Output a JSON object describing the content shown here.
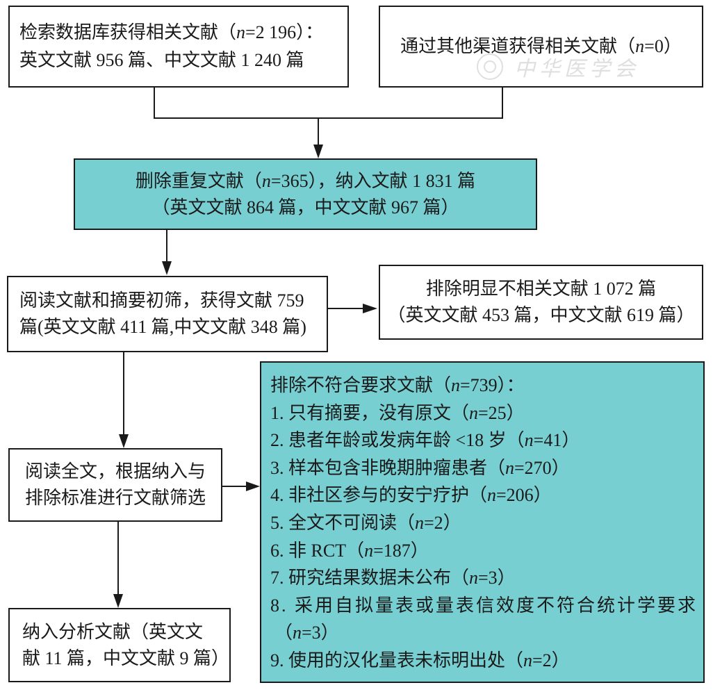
{
  "boxes": {
    "database_search": {
      "line1": {
        "pre": "检索数据库获得相关文献（",
        "var": "n",
        "post": "=2 196）："
      },
      "line2": "英文文献 956 篇、中文文献 1 240 篇"
    },
    "other_sources": {
      "line1": {
        "pre": "通过其他渠道获得相关文献（",
        "var": "n",
        "post": "=0）"
      }
    },
    "deduplication": {
      "line1": {
        "pre": "删除重复文献（",
        "var": "n",
        "post": "=365），纳入文献 1 831 篇"
      },
      "line2": "（英文文献 864 篇，中文文献 967 篇）"
    },
    "screening": {
      "line1": "阅读文献和摘要初筛，获得文献 759",
      "line2": "篇(英文文献 411 篇,中文文献 348 篇)"
    },
    "excluded_irrelevant": {
      "line1": "排除明显不相关文献 1 072 篇",
      "line2": "（英文文献 453 篇，中文文献 619 篇）"
    },
    "full_text_review": {
      "line1": "阅读全文，根据纳入与",
      "line2": "排除标准进行文献筛选"
    },
    "excluded_criteria": {
      "lines": [
        {
          "pre": "排除不符合要求文献（",
          "var": "n",
          "post": "=739）："
        },
        {
          "pre": "1. 只有摘要，没有原文（",
          "var": "n",
          "post": "=25）"
        },
        {
          "pre": "2. 患者年龄或发病年龄 <18 岁（",
          "var": "n",
          "post": "=41）"
        },
        {
          "pre": "3. 样本包含非晚期肿瘤患者（",
          "var": "n",
          "post": "=270）"
        },
        {
          "pre": "4. 非社区参与的安宁疗护（",
          "var": "n",
          "post": "=206）"
        },
        {
          "pre": "5. 全文不可阅读（",
          "var": "n",
          "post": "=2）"
        },
        {
          "pre": "6. 非 RCT（",
          "var": "n",
          "post": "=187）"
        },
        {
          "pre": "7. 研究结果数据未公布（",
          "var": "n",
          "post": "=3）"
        },
        {
          "pre": "8. 采用自拟量表或量表信效度不符合统计学要求"
        },
        {
          "pre": "（",
          "var": "n",
          "post": "=3）"
        },
        {
          "pre": "9. 使用的汉化量表未标明出处（",
          "var": "n",
          "post": "=2）"
        }
      ]
    },
    "included": {
      "line1": "纳入分析文献（英文文",
      "line2": "献 11 篇，中文文献 9 篇）"
    }
  },
  "watermark": "中华医学会",
  "colors": {
    "highlight_fill": "#78CFD2",
    "border": "#1A1A1A",
    "background": "#FFFFFF"
  }
}
